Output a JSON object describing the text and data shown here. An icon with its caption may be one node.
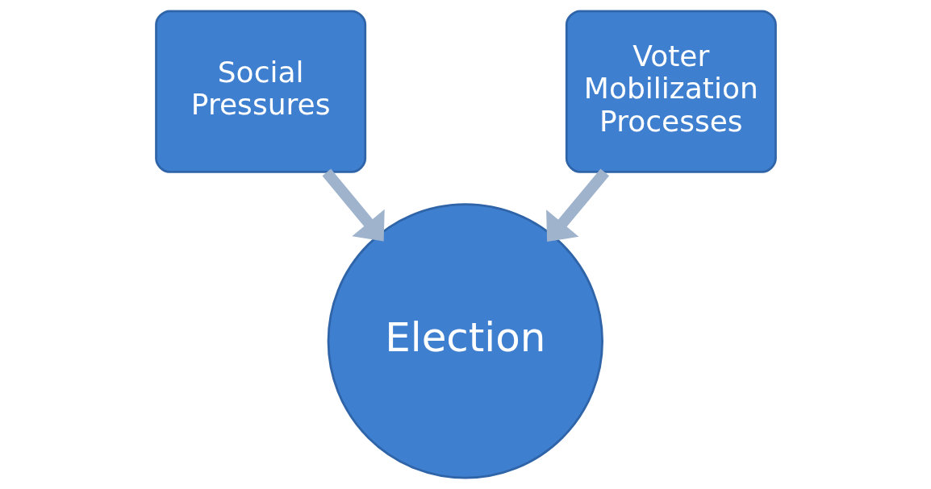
{
  "diagram": {
    "nodes": [
      {
        "text": [
          "Social Pressures"
        ]
      },
      {
        "text": [
          "Voter Mobilization Processes"
        ]
      },
      {
        "text": [
          "Election"
        ]
      }
    ],
    "edges": [
      {
        "from": 0,
        "to": 2,
        "arrow": "to"
      },
      {
        "from": 1,
        "to": 2,
        "arrow": "to"
      }
    ]
  }
}
